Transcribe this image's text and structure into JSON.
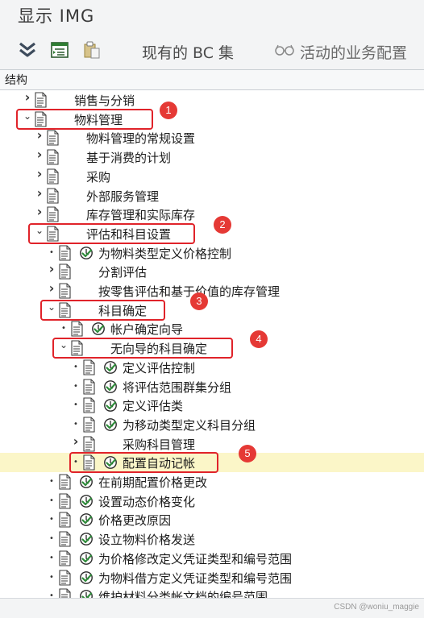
{
  "window": {
    "title": "显示 IMG"
  },
  "toolbar": {
    "collapse_icon": "double-chevron-down-icon",
    "structure_icon": "tree-structure-icon",
    "clipboard_icon": "clipboard-icon",
    "bc_sets_label": "现有的 BC 集",
    "activity_icon": "glasses-icon",
    "activity_label": "活动的业务配置"
  },
  "header": {
    "title": "结构"
  },
  "tree": {
    "rows": [
      {
        "label": "销售与分销",
        "expander": "closed",
        "exec": false
      },
      {
        "label": "物料管理",
        "expander": "open",
        "exec": false
      },
      {
        "label": "物料管理的常规设置",
        "expander": "closed",
        "exec": false
      },
      {
        "label": "基于消费的计划",
        "expander": "closed",
        "exec": false
      },
      {
        "label": "采购",
        "expander": "closed",
        "exec": false
      },
      {
        "label": "外部服务管理",
        "expander": "closed",
        "exec": false
      },
      {
        "label": "库存管理和实际库存",
        "expander": "closed",
        "exec": false
      },
      {
        "label": "评估和科目设置",
        "expander": "open",
        "exec": false
      },
      {
        "label": "为物料类型定义价格控制",
        "expander": "leaf",
        "exec": true
      },
      {
        "label": "分割评估",
        "expander": "closed",
        "exec": false
      },
      {
        "label": "按零售评估和基于价值的库存管理",
        "expander": "closed",
        "exec": false
      },
      {
        "label": "科目确定",
        "expander": "open",
        "exec": false
      },
      {
        "label": "帐户确定向导",
        "expander": "leaf",
        "exec": true
      },
      {
        "label": "无向导的科目确定",
        "expander": "open",
        "exec": false
      },
      {
        "label": "定义评估控制",
        "expander": "leaf",
        "exec": true
      },
      {
        "label": "将评估范围群集分组",
        "expander": "leaf",
        "exec": true
      },
      {
        "label": "定义评估类",
        "expander": "leaf",
        "exec": true
      },
      {
        "label": "为移动类型定义科目分组",
        "expander": "leaf",
        "exec": true
      },
      {
        "label": "采购科目管理",
        "expander": "closed",
        "exec": false
      },
      {
        "label": "配置自动记帐",
        "expander": "leaf",
        "exec": true
      },
      {
        "label": "在前期配置价格更改",
        "expander": "leaf",
        "exec": true
      },
      {
        "label": "设置动态价格变化",
        "expander": "leaf",
        "exec": true
      },
      {
        "label": "价格更改原因",
        "expander": "leaf",
        "exec": true
      },
      {
        "label": "设立物料价格发送",
        "expander": "leaf",
        "exec": true
      },
      {
        "label": "为价格修改定义凭证类型和编号范围",
        "expander": "leaf",
        "exec": true
      },
      {
        "label": "为物料借方定义凭证类型和编号范围",
        "expander": "leaf",
        "exec": true
      },
      {
        "label": "维护材料分类帐文档的编号范围",
        "expander": "leaf",
        "exec": true
      }
    ]
  },
  "annotations": {
    "badges": [
      "1",
      "2",
      "3",
      "4",
      "5"
    ]
  },
  "colors": {
    "highlight": "#e0232a",
    "badge": "#e53935",
    "selected_row": "#fbf6c8",
    "exec_icon": "#2e8b3a"
  },
  "statusbar": {
    "watermark": "CSDN @woniu_maggie"
  }
}
